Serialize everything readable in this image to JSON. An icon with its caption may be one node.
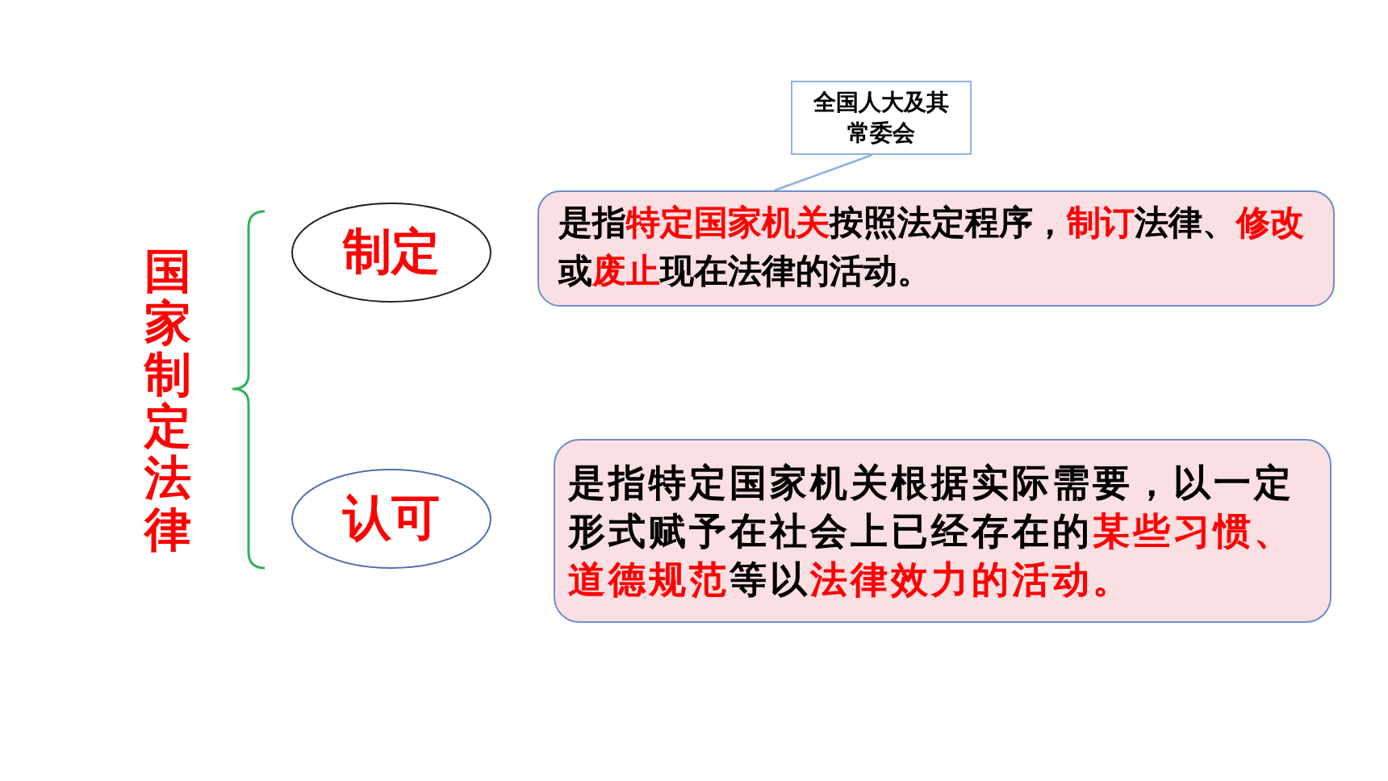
{
  "diagram": {
    "nodes": [
      {
        "text": [
          "国家制定法律"
        ]
      },
      {
        "text": [
          "制定"
        ]
      },
      {
        "text": [
          "是指**特定国家机关**按照法定程序，**制订**法律、**修改**或**废止**现在法律的活动。"
        ]
      },
      {
        "text": [
          "全国人大及其常委会"
        ]
      },
      {
        "text": [
          "认可"
        ]
      },
      {
        "text": [
          "是指特定国家机关根据实际需要，以一定形式赋予在社会上已经存在的**某些习惯、道德规范**等以**法律效力的活动。**"
        ]
      }
    ],
    "edges": [
      {
        "from": 3,
        "to": 2,
        "arrow": "none"
      }
    ]
  }
}
